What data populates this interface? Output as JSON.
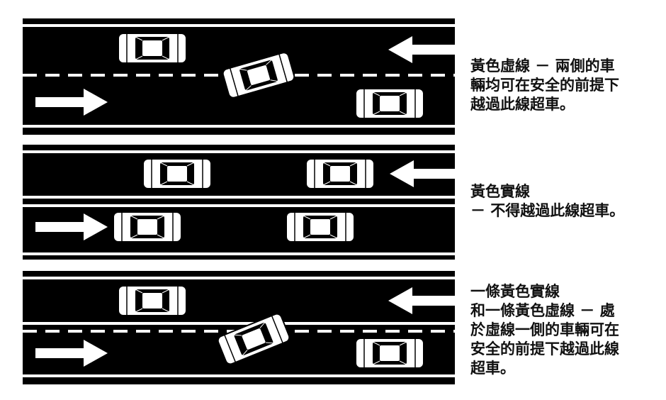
{
  "colors": {
    "road": "#000000",
    "marking": "#ffffff",
    "car_body": "#ffffff",
    "car_outline": "#000000",
    "arrow": "#ffffff",
    "text": "#111111"
  },
  "panels": [
    {
      "id": "dashed",
      "marking_type": "single-dashed",
      "caption_lines": [
        "黃色虛線 － 兩側的車",
        "輛均可在安全的前提下",
        "越過此線超車。"
      ]
    },
    {
      "id": "double-solid",
      "marking_type": "double-solid",
      "caption_lines": [
        "黃色實線",
        "－ 不得越過此線超車。"
      ]
    },
    {
      "id": "solid-dashed",
      "marking_type": "solid-and-dashed",
      "caption_lines": [
        "一條黃色實線",
        "和一條黃色虛線 － 處",
        "於虛線一側的車輛可在",
        "安全的前提下越過此線",
        "超車。"
      ]
    }
  ]
}
